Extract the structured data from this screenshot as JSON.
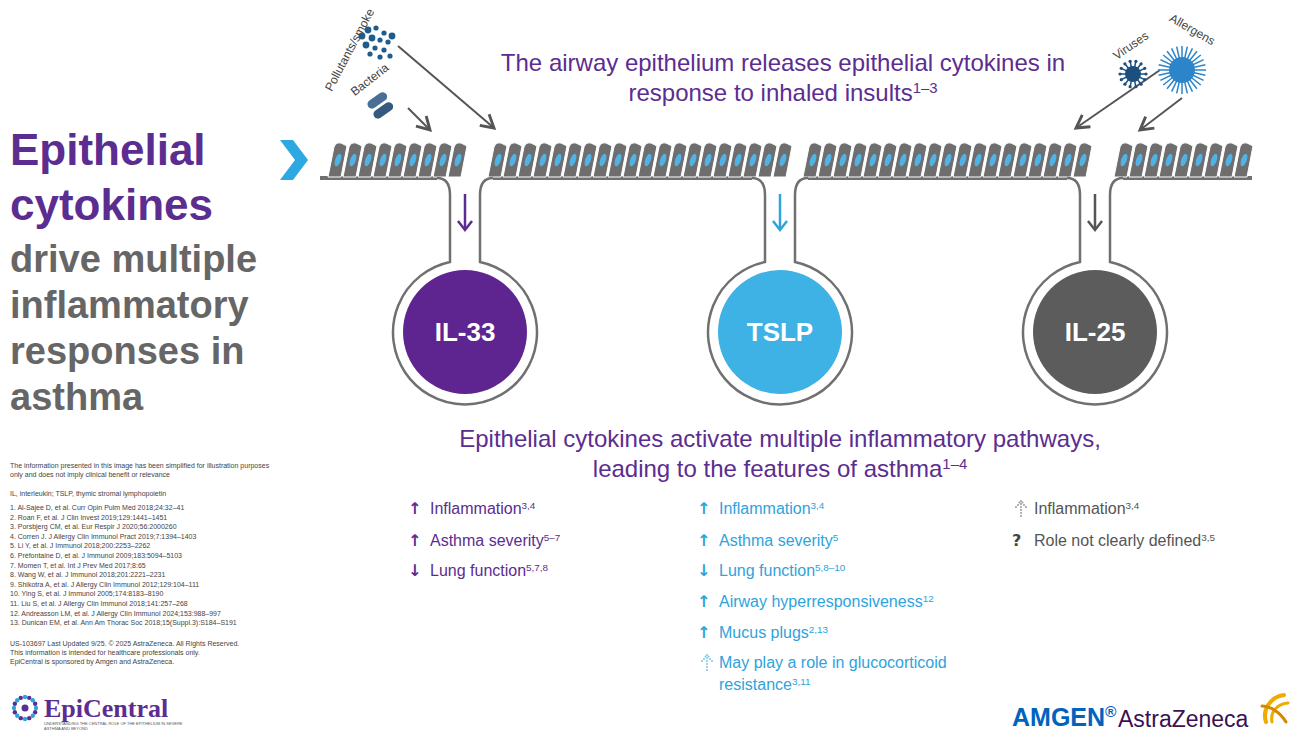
{
  "diagram": {
    "title": "Epithelial cytokines",
    "nodes": [
      {
        "text": [
          "IL-33"
        ]
      },
      {
        "text": [
          "TSLP"
        ]
      },
      {
        "text": [
          "IL-25"
        ]
      }
    ],
    "labels": [
      "drive multiple inflammatory responses in asthma",
      "Pollutants/smoke",
      "Bacteria",
      "Viruses",
      "Allergens",
      "The airway epithelium releases epithelial cytokines in response to inhaled insults",
      "1–3",
      "Epithelial cytokines activate multiple inflammatory pathways, leading to the features of asthma",
      "1–4",
      "↑",
      "Inflammation",
      "3,4",
      "↑",
      "Asthma severity",
      "5–7",
      "↓",
      "Lung function",
      "5,7,8",
      "↑",
      "Inflammation",
      "3,4",
      "↑",
      "Asthma severity",
      "5",
      "↓",
      "Lung function",
      "5,8–10",
      "↑",
      "Airway hyperresponsiveness",
      "12",
      "↑",
      "Mucus plugs",
      "2,13",
      "May play a role in glucocorticoid resistance",
      "3,11",
      "Inflammation",
      "3,4",
      "?",
      "Role not clearly defined",
      "3,5",
      "The information presented in this image has been simplified for illustration purposes only and does not imply clinical benefit or relevance",
      "IL, interleukin; TSLP, thymic stromal lymphopoietin",
      "1. Al-Sajee D, et al. Curr Opin Pulm Med 2018;24:32–41",
      "2. Roan F, et al. J Clin Invest 2019;129:1441–1451",
      "3. Porsbjerg CM, et al. Eur Respir J 2020;56:2000260",
      "4. Corren J. J Allergy Clin Immunol Pract 2019;7:1394–1403",
      "5. Li Y, et al. J Immunol 2018;200:2253–2262",
      "6. Préfontaine D, et al. J Immunol 2009;183:5094–5103",
      "7. Momen T, et al. Int J Prev Med 2017;8:65",
      "8. Wang W, et al. J Immunol 2018;201:2221–2231",
      "9. Shikotra A, et al. J Allergy Clin Immunol 2012;129:104–111",
      "10. Ying S, et al. J Immunol 2005;174:8183–8190",
      "11. Liu S, et al. J Allergy Clin Immunol 2018;141:257–268",
      "12. Andreasson LM, et al. J Allergy Clin Immunol 2024;153:988–997",
      "13. Dunican EM, et al. Ann Am Thorac Soc 2018;15(Suppl.3):S184–S191",
      "US-103697 Last Updated 9/25. © 2025 AstraZeneca. All Rights Reserved.",
      "This information is intended for healthcare professionals only.",
      "EpiCentral is sponsored by Amgen and AstraZeneca.",
      "EpiCentral",
      "UNDERSTANDING THE CENTRAL ROLE OF THE EPITHELIUM IN SEVERE ASTHMA AND BEYOND",
      "AMGEN",
      "®",
      "AstraZeneca"
    ]
  }
}
